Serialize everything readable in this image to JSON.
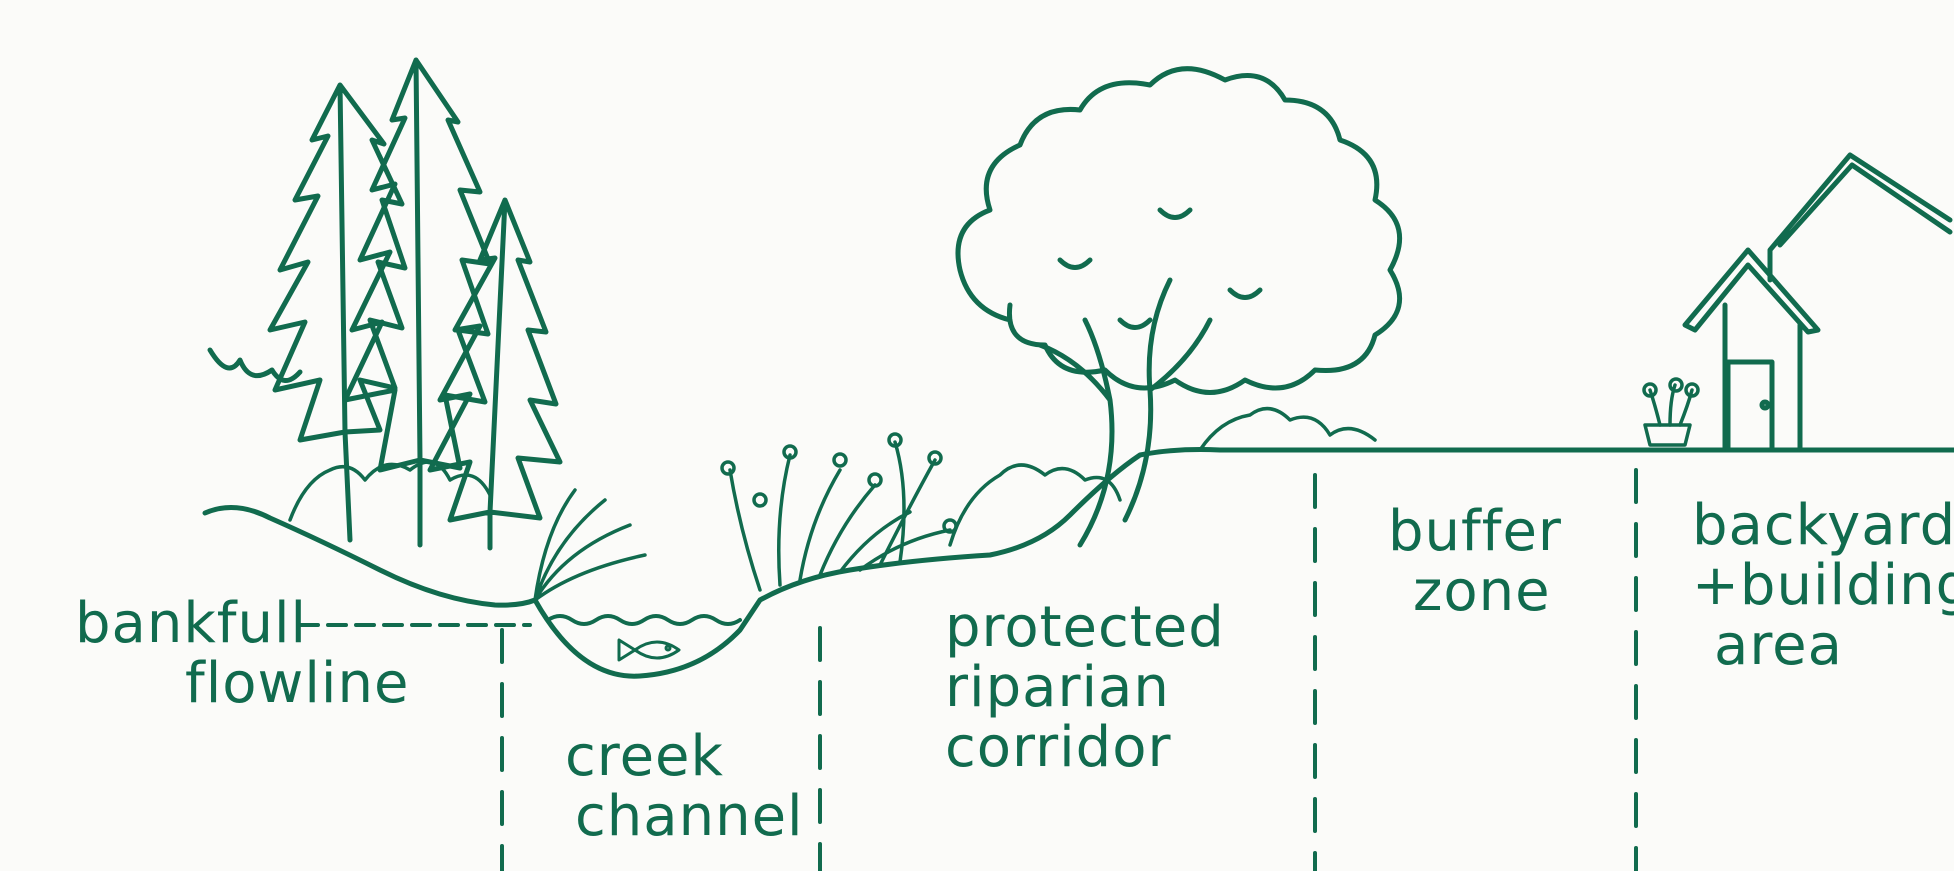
{
  "colors": {
    "ink": "#116b4e",
    "paper": "#fbfbf9"
  },
  "labels": {
    "bankfull": {
      "line1": "bankfull",
      "line2": "flowline"
    },
    "creek": {
      "line1": "creek",
      "line2": "channel"
    },
    "riparian": {
      "line1": "protected",
      "line2": "riparian",
      "line3": "corridor"
    },
    "buffer": {
      "line1": "buffer",
      "line2": "zone"
    },
    "backyard": {
      "line1": "backyard",
      "line2": "+building",
      "line3": "area"
    }
  },
  "icons": [
    "conifer-tree-icon",
    "deciduous-tree-icon",
    "fish-icon",
    "house-icon",
    "potted-plant-icon",
    "shrub-icon"
  ]
}
